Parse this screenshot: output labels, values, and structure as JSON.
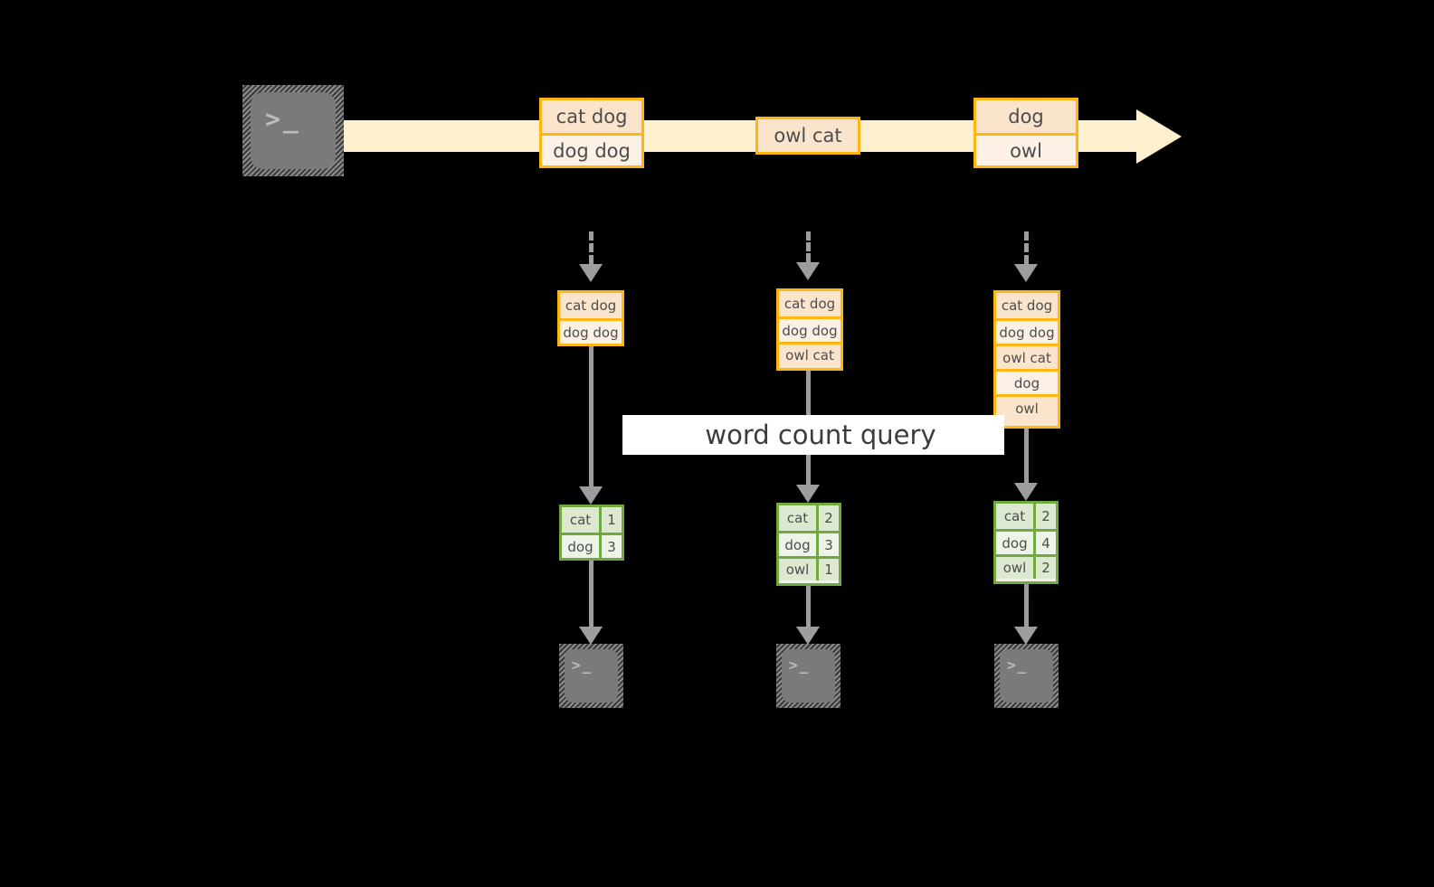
{
  "diagram": {
    "banner_label": "word count query",
    "colors": {
      "stream": "#FDF0CE",
      "record_border": "#FFB612",
      "record_fill_dark": "#FBE4CC",
      "record_fill_light": "#FDF1E6",
      "table_border": "#6FA93F",
      "table_fill_dark": "#DDE8D0",
      "table_fill_light": "#EDF3E7",
      "connector": "#9D9D9D",
      "terminal_face": "#7A7A7A",
      "background": "#000000"
    },
    "terminal_glyph": ">_",
    "source_terminal": {
      "name": "source-terminal"
    },
    "stream_records": [
      {
        "lines": [
          "cat dog",
          "dog dog"
        ]
      },
      {
        "lines": [
          "owl cat"
        ]
      },
      {
        "lines": [
          "dog",
          "owl"
        ]
      }
    ],
    "snapshots": [
      {
        "lines": [
          "cat dog",
          "dog dog"
        ]
      },
      {
        "lines": [
          "cat dog",
          "dog dog",
          "owl cat"
        ]
      },
      {
        "lines": [
          "cat dog",
          "dog dog",
          "owl cat",
          "dog",
          "owl"
        ]
      }
    ],
    "results": [
      {
        "rows": [
          {
            "word": "cat",
            "count": "1"
          },
          {
            "word": "dog",
            "count": "3"
          }
        ]
      },
      {
        "rows": [
          {
            "word": "cat",
            "count": "2"
          },
          {
            "word": "dog",
            "count": "3"
          },
          {
            "word": "owl",
            "count": "1"
          }
        ]
      },
      {
        "rows": [
          {
            "word": "cat",
            "count": "2"
          },
          {
            "word": "dog",
            "count": "4"
          },
          {
            "word": "owl",
            "count": "2"
          }
        ]
      }
    ],
    "sink_terminals": [
      {
        "name": "sink-terminal-1"
      },
      {
        "name": "sink-terminal-2"
      },
      {
        "name": "sink-terminal-3"
      }
    ]
  }
}
